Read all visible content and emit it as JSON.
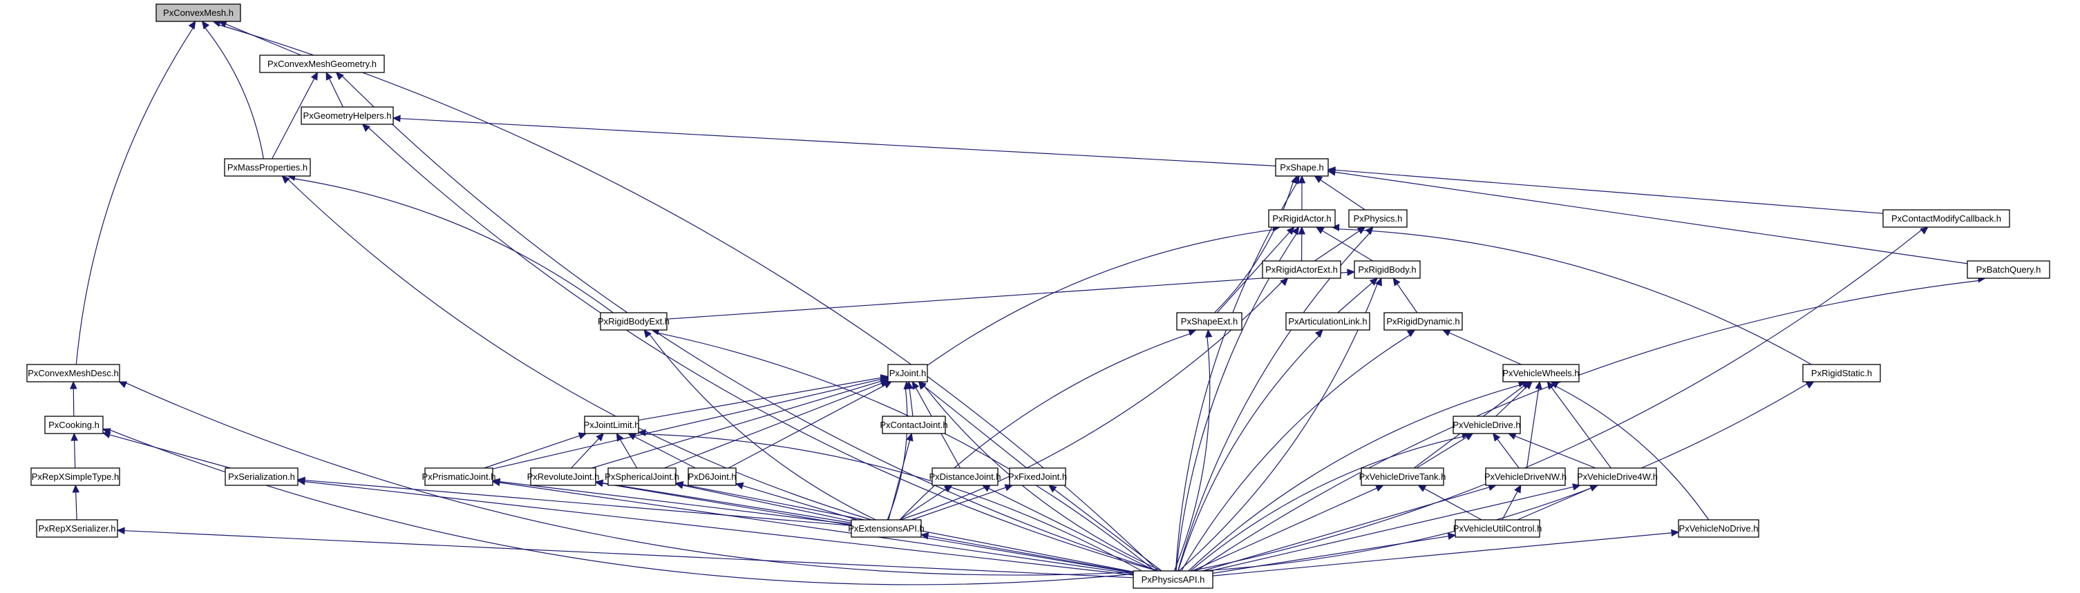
{
  "diagram": {
    "type": "include-dependency-graph",
    "root": "PxConvexMesh.h",
    "colors": {
      "edge": "#191970",
      "root_fill": "#bfbfbf",
      "node_fill": "#ffffff",
      "node_border": "#000000"
    },
    "nodes": [
      {
        "id": "convexmesh",
        "label": "PxConvexMesh.h",
        "root": true
      },
      {
        "id": "convexmeshgeometry",
        "label": "PxConvexMeshGeometry.h"
      },
      {
        "id": "geometryhelpers",
        "label": "PxGeometryHelpers.h"
      },
      {
        "id": "massproperties",
        "label": "PxMassProperties.h"
      },
      {
        "id": "shape",
        "label": "PxShape.h"
      },
      {
        "id": "contactmodifycallback",
        "label": "PxContactModifyCallback.h"
      },
      {
        "id": "rigidactor",
        "label": "PxRigidActor.h"
      },
      {
        "id": "physics",
        "label": "PxPhysics.h"
      },
      {
        "id": "rigidactorext",
        "label": "PxRigidActorExt.h"
      },
      {
        "id": "rigidbody",
        "label": "PxRigidBody.h"
      },
      {
        "id": "batchquery",
        "label": "PxBatchQuery.h"
      },
      {
        "id": "rigidbodyext",
        "label": "PxRigidBodyExt.h"
      },
      {
        "id": "shapeext",
        "label": "PxShapeExt.h"
      },
      {
        "id": "articulationlink",
        "label": "PxArticulationLink.h"
      },
      {
        "id": "rigiddynamic",
        "label": "PxRigidDynamic.h"
      },
      {
        "id": "convexmeshdesc",
        "label": "PxConvexMeshDesc.h"
      },
      {
        "id": "joint",
        "label": "PxJoint.h"
      },
      {
        "id": "vehiclewheels",
        "label": "PxVehicleWheels.h"
      },
      {
        "id": "rigidstatic",
        "label": "PxRigidStatic.h"
      },
      {
        "id": "cooking",
        "label": "PxCooking.h"
      },
      {
        "id": "jointlimit",
        "label": "PxJointLimit.h"
      },
      {
        "id": "contactjoint",
        "label": "PxContactJoint.h"
      },
      {
        "id": "vehicledrive",
        "label": "PxVehicleDrive.h"
      },
      {
        "id": "repxsimpletype",
        "label": "PxRepXSimpleType.h"
      },
      {
        "id": "serialization",
        "label": "PxSerialization.h"
      },
      {
        "id": "prismaticjoint",
        "label": "PxPrismaticJoint.h"
      },
      {
        "id": "revolutejoint",
        "label": "PxRevoluteJoint.h"
      },
      {
        "id": "sphericaljoint",
        "label": "PxSphericalJoint.h"
      },
      {
        "id": "d6joint",
        "label": "PxD6Joint.h"
      },
      {
        "id": "distancejoint",
        "label": "PxDistanceJoint.h"
      },
      {
        "id": "fixedjoint",
        "label": "PxFixedJoint.h"
      },
      {
        "id": "vehicledrivetank",
        "label": "PxVehicleDriveTank.h"
      },
      {
        "id": "vehicledrivenw",
        "label": "PxVehicleDriveNW.h"
      },
      {
        "id": "vehicledrive4w",
        "label": "PxVehicleDrive4W.h"
      },
      {
        "id": "repxserializer",
        "label": "PxRepXSerializer.h"
      },
      {
        "id": "extensionsapi",
        "label": "PxExtensionsAPI.h"
      },
      {
        "id": "vehicleutilcontrol",
        "label": "PxVehicleUtilControl.h"
      },
      {
        "id": "vehiclenodrive",
        "label": "PxVehicleNoDrive.h"
      },
      {
        "id": "physicsapi",
        "label": "PxPhysicsAPI.h"
      }
    ],
    "edges": [
      [
        "convexmeshgeometry",
        "convexmesh"
      ],
      [
        "massproperties",
        "convexmesh"
      ],
      [
        "convexmeshdesc",
        "convexmesh"
      ],
      [
        "physicsapi",
        "convexmesh"
      ],
      [
        "geometryhelpers",
        "convexmeshgeometry"
      ],
      [
        "massproperties",
        "convexmeshgeometry"
      ],
      [
        "physicsapi",
        "convexmeshgeometry"
      ],
      [
        "shape",
        "geometryhelpers"
      ],
      [
        "physicsapi",
        "geometryhelpers"
      ],
      [
        "rigidbodyext",
        "massproperties"
      ],
      [
        "extensionsapi",
        "massproperties"
      ],
      [
        "rigidactor",
        "shape"
      ],
      [
        "physics",
        "shape"
      ],
      [
        "shapeext",
        "shape"
      ],
      [
        "contactmodifycallback",
        "shape"
      ],
      [
        "batchquery",
        "shape"
      ],
      [
        "physicsapi",
        "shape"
      ],
      [
        "rigidactorext",
        "rigidactor"
      ],
      [
        "rigidbody",
        "rigidactor"
      ],
      [
        "shapeext",
        "rigidactor"
      ],
      [
        "joint",
        "rigidactor"
      ],
      [
        "rigidstatic",
        "rigidactor"
      ],
      [
        "physicsapi",
        "rigidactor"
      ],
      [
        "rigidactorext",
        "physics"
      ],
      [
        "physicsapi",
        "physics"
      ],
      [
        "extensionsapi",
        "rigidactorext"
      ],
      [
        "rigidbodyext",
        "rigidbody"
      ],
      [
        "articulationlink",
        "rigidbody"
      ],
      [
        "rigiddynamic",
        "rigidbody"
      ],
      [
        "physicsapi",
        "rigidbody"
      ],
      [
        "physicsapi",
        "batchquery"
      ],
      [
        "physicsapi",
        "contactmodifycallback"
      ],
      [
        "extensionsapi",
        "rigidbodyext"
      ],
      [
        "physicsapi",
        "rigidbodyext"
      ],
      [
        "extensionsapi",
        "shapeext"
      ],
      [
        "physicsapi",
        "shapeext"
      ],
      [
        "physicsapi",
        "articulationlink"
      ],
      [
        "vehiclewheels",
        "rigiddynamic"
      ],
      [
        "physicsapi",
        "rigiddynamic"
      ],
      [
        "cooking",
        "convexmeshdesc"
      ],
      [
        "physicsapi",
        "convexmeshdesc"
      ],
      [
        "jointlimit",
        "joint"
      ],
      [
        "contactjoint",
        "joint"
      ],
      [
        "prismaticjoint",
        "joint"
      ],
      [
        "revolutejoint",
        "joint"
      ],
      [
        "sphericaljoint",
        "joint"
      ],
      [
        "d6joint",
        "joint"
      ],
      [
        "distancejoint",
        "joint"
      ],
      [
        "fixedjoint",
        "joint"
      ],
      [
        "extensionsapi",
        "joint"
      ],
      [
        "physicsapi",
        "joint"
      ],
      [
        "vehicledrive",
        "vehiclewheels"
      ],
      [
        "vehicledrivetank",
        "vehiclewheels"
      ],
      [
        "vehicledrivenw",
        "vehiclewheels"
      ],
      [
        "vehicledrive4w",
        "vehiclewheels"
      ],
      [
        "vehiclenodrive",
        "vehiclewheels"
      ],
      [
        "physicsapi",
        "vehiclewheels"
      ],
      [
        "physicsapi",
        "rigidstatic"
      ],
      [
        "repxsimpletype",
        "cooking"
      ],
      [
        "serialization",
        "cooking"
      ],
      [
        "physicsapi",
        "cooking"
      ],
      [
        "prismaticjoint",
        "jointlimit"
      ],
      [
        "revolutejoint",
        "jointlimit"
      ],
      [
        "sphericaljoint",
        "jointlimit"
      ],
      [
        "d6joint",
        "jointlimit"
      ],
      [
        "physicsapi",
        "jointlimit"
      ],
      [
        "extensionsapi",
        "contactjoint"
      ],
      [
        "vehicledrivetank",
        "vehicledrive"
      ],
      [
        "vehicledrivenw",
        "vehicledrive"
      ],
      [
        "vehicledrive4w",
        "vehicledrive"
      ],
      [
        "physicsapi",
        "vehicledrive"
      ],
      [
        "repxserializer",
        "repxsimpletype"
      ],
      [
        "extensionsapi",
        "serialization"
      ],
      [
        "physicsapi",
        "serialization"
      ],
      [
        "extensionsapi",
        "prismaticjoint"
      ],
      [
        "physicsapi",
        "prismaticjoint"
      ],
      [
        "extensionsapi",
        "revolutejoint"
      ],
      [
        "physicsapi",
        "revolutejoint"
      ],
      [
        "extensionsapi",
        "sphericaljoint"
      ],
      [
        "physicsapi",
        "sphericaljoint"
      ],
      [
        "extensionsapi",
        "d6joint"
      ],
      [
        "extensionsapi",
        "distancejoint"
      ],
      [
        "physicsapi",
        "distancejoint"
      ],
      [
        "extensionsapi",
        "fixedjoint"
      ],
      [
        "physicsapi",
        "fixedjoint"
      ],
      [
        "vehicleutilcontrol",
        "vehicledrivetank"
      ],
      [
        "physicsapi",
        "vehicledrivetank"
      ],
      [
        "vehicleutilcontrol",
        "vehicledrivenw"
      ],
      [
        "physicsapi",
        "vehicledrivenw"
      ],
      [
        "vehicleutilcontrol",
        "vehicledrive4w"
      ],
      [
        "physicsapi",
        "vehicledrive4w"
      ],
      [
        "physicsapi",
        "repxserializer"
      ],
      [
        "physicsapi",
        "extensionsapi"
      ],
      [
        "physicsapi",
        "vehicleutilcontrol"
      ],
      [
        "physicsapi",
        "vehiclenodrive"
      ]
    ]
  }
}
